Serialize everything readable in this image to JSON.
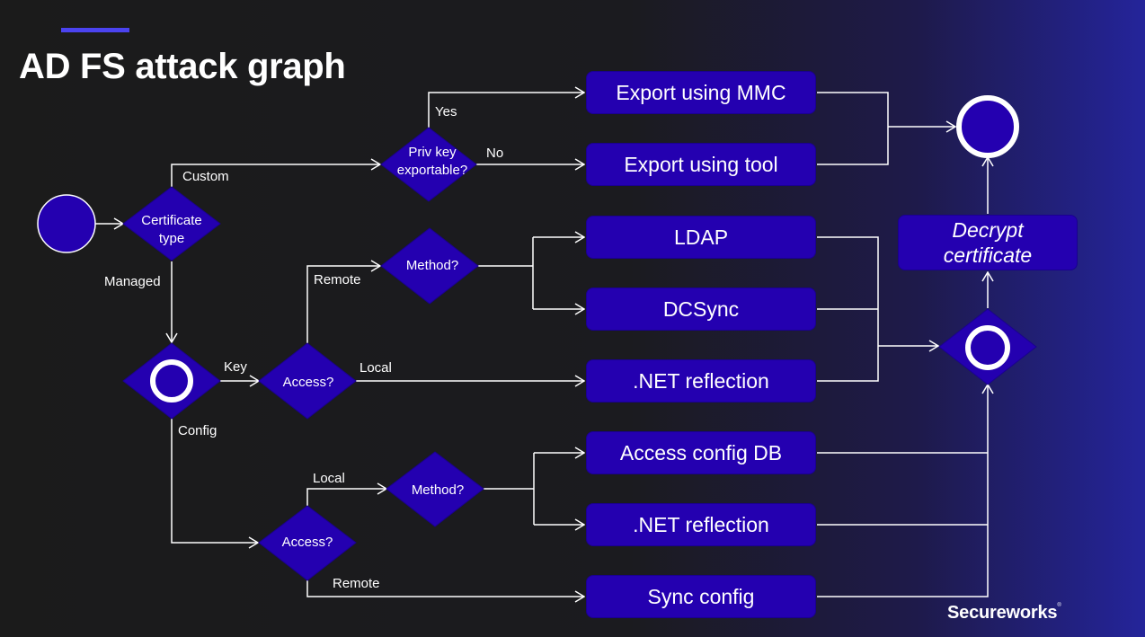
{
  "slide": {
    "title": "AD FS attack graph",
    "accent_color": "#4b43f0",
    "node_color": "#2400b0",
    "logo": "Secureworks",
    "logo_mark": "®"
  },
  "nodes": {
    "start": {
      "type": "start-circle"
    },
    "cert_type": {
      "type": "decision",
      "label_line1": "Certificate",
      "label_line2": "type"
    },
    "priv_key": {
      "type": "decision",
      "label_line1": "Priv key",
      "label_line2": "exportable?"
    },
    "export_mmc": {
      "type": "action",
      "label": "Export using MMC"
    },
    "export_tool": {
      "type": "action",
      "label": "Export using tool"
    },
    "end": {
      "type": "end-circle"
    },
    "managed_merge": {
      "type": "decision-circle"
    },
    "access_key": {
      "type": "decision",
      "label": "Access?"
    },
    "method_key": {
      "type": "decision",
      "label": "Method?"
    },
    "ldap": {
      "type": "action",
      "label": "LDAP"
    },
    "dcsync": {
      "type": "action",
      "label": "DCSync"
    },
    "net_reflection_key": {
      "type": "action",
      "label": ".NET reflection"
    },
    "decrypt": {
      "type": "action",
      "label_line1": "Decrypt",
      "label_line2": "certificate"
    },
    "merge": {
      "type": "decision-circle"
    },
    "access_config": {
      "type": "decision",
      "label": "Access?"
    },
    "method_config": {
      "type": "decision",
      "label": "Method?"
    },
    "access_config_db": {
      "type": "action",
      "label": "Access config DB"
    },
    "net_reflection_config": {
      "type": "action",
      "label": ".NET reflection"
    },
    "sync_config": {
      "type": "action",
      "label": "Sync config"
    }
  },
  "edge_labels": {
    "custom": "Custom",
    "managed": "Managed",
    "yes": "Yes",
    "no": "No",
    "key": "Key",
    "config": "Config",
    "remote_key": "Remote",
    "local_key": "Local",
    "local_config": "Local",
    "remote_config": "Remote"
  }
}
